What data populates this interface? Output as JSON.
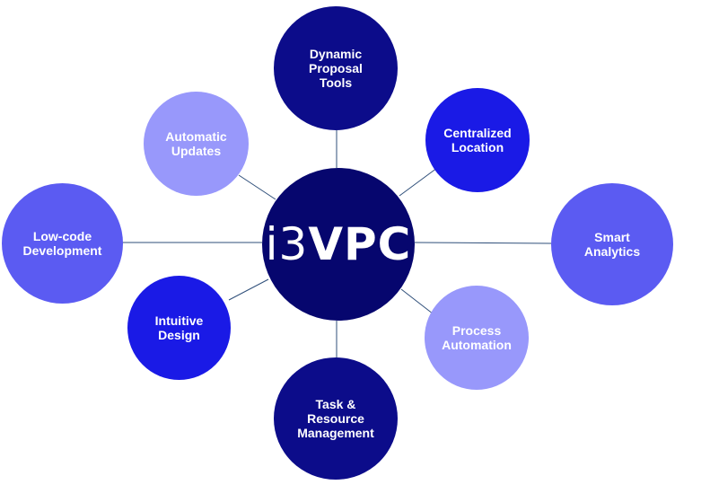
{
  "colors": {
    "navy": "#0c0c8a",
    "blue": "#1a1ae6",
    "medium": "#5b5bf2",
    "light": "#9898fb",
    "hub": "#06066e",
    "connector": "#2f4f7a"
  },
  "hub": {
    "logo_light": "i3",
    "logo_bold": "VPC"
  },
  "nodes": {
    "dynamic": "Dynamic\nProposal\nTools",
    "centralized": "Centralized\nLocation",
    "smart": "Smart\nAnalytics",
    "process": "Process\nAutomation",
    "task": "Task &\nResource\nManagement",
    "intuitive": "Intuitive\nDesign",
    "lowcode": "Low-code\nDevelopment",
    "automatic": "Automatic\nUpdates"
  }
}
